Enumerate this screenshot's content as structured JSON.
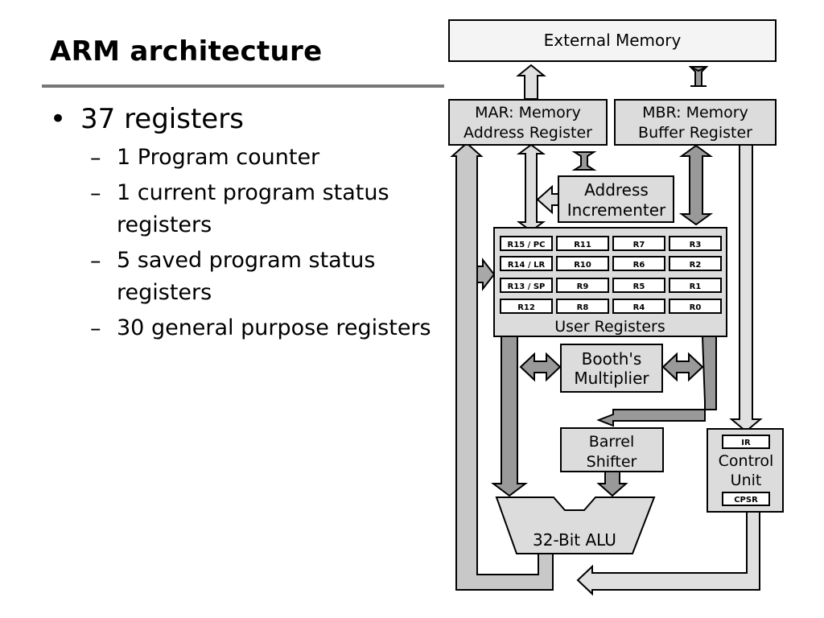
{
  "slide": {
    "title": "ARM architecture",
    "bullet": "37 registers",
    "bullet_marker": "•",
    "sub_marker": "–",
    "sub_bullets": [
      "1 Program counter",
      "1 current program status registers",
      "5 saved program status registers",
      "30 general purpose registers"
    ]
  },
  "diagram": {
    "external_memory": "External Memory",
    "mar": [
      "MAR: Memory",
      "Address Register"
    ],
    "mbr": [
      "MBR: Memory",
      "Buffer Register"
    ],
    "address_incrementer": [
      "Address",
      "Incrementer"
    ],
    "registers": [
      [
        "R15 / PC",
        "R11",
        "R7",
        "R3"
      ],
      [
        "R14 / LR",
        "R10",
        "R6",
        "R2"
      ],
      [
        "R13 / SP",
        "R9",
        "R5",
        "R1"
      ],
      [
        "R12",
        "R8",
        "R4",
        "R0"
      ]
    ],
    "user_registers": "User Registers",
    "booth": [
      "Booth's",
      "Multiplier"
    ],
    "barrel": [
      "Barrel",
      "Shifter"
    ],
    "alu": "32-Bit ALU",
    "control": [
      "Control",
      "Unit"
    ],
    "ir": "IR",
    "cpsr": "CPSR"
  }
}
